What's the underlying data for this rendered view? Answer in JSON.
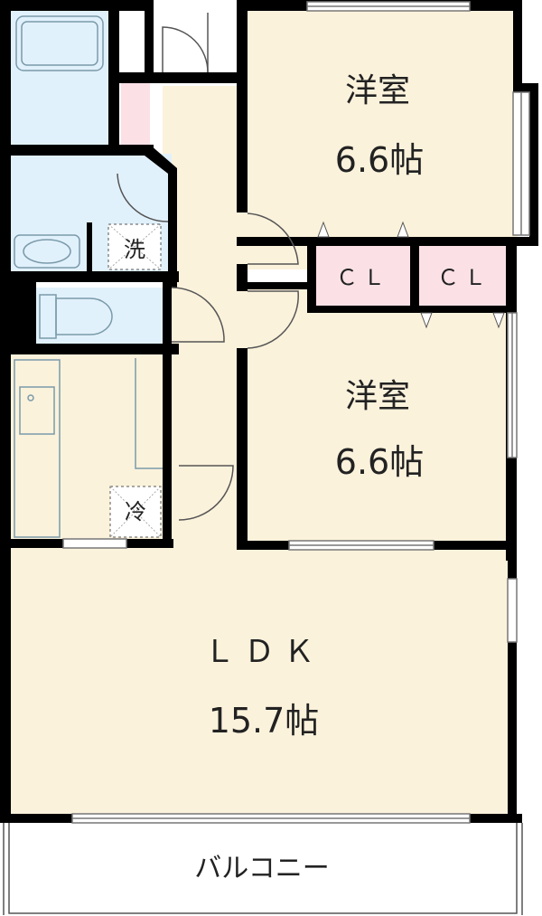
{
  "rooms": {
    "western_room_1": {
      "name": "洋室",
      "size": "6.6帖"
    },
    "western_room_2": {
      "name": "洋室",
      "size": "6.6帖"
    },
    "ldk": {
      "name": "ＬＤＫ",
      "size": "15.7帖"
    },
    "balcony": {
      "name": "バルコニー"
    },
    "closet_1": {
      "name": "ＣＬ"
    },
    "closet_2": {
      "name": "ＣＬ"
    },
    "washer": {
      "name": "洗"
    },
    "fridge": {
      "name": "冷"
    }
  },
  "colors": {
    "floor": "#fbf2dc",
    "water_area": "#e1f1fb",
    "closet": "#fbe1e6",
    "wall": "#000000",
    "fixture_line": "#7a9aaa"
  }
}
